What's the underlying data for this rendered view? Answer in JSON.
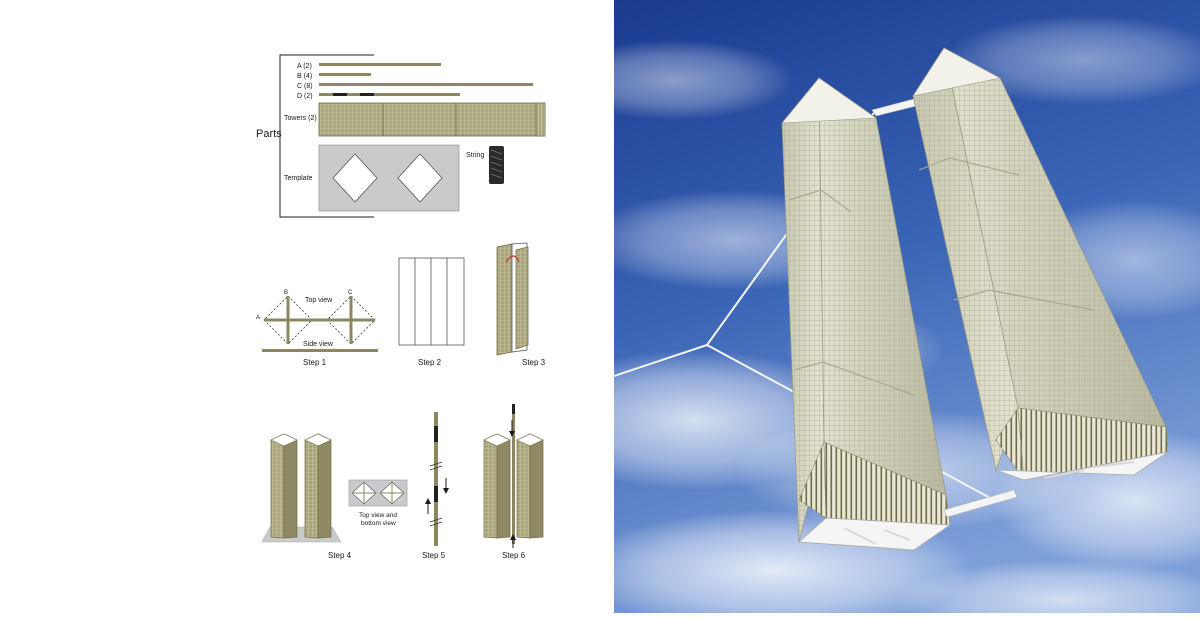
{
  "instructions": {
    "parts": {
      "heading": "Parts",
      "labels": {
        "a": "A (2)",
        "b": "B (4)",
        "c": "C (8)",
        "d": "D (2)",
        "towers": "Towers (2)",
        "template": "Template",
        "string": "String"
      }
    },
    "step1": {
      "caption": "Step 1",
      "top_view": "Top view",
      "side_view": "Side view",
      "point_a": "A",
      "point_b": "B",
      "point_c": "C"
    },
    "step2": {
      "caption": "Step 2"
    },
    "step3": {
      "caption": "Step 3"
    },
    "step4": {
      "caption": "Step 4",
      "view_note_line1": "Top view and",
      "view_note_line2": "bottom view"
    },
    "step5": {
      "caption": "Step 5"
    },
    "step6": {
      "caption": "Step 6"
    }
  },
  "colors": {
    "tower_olive": "#a9a57c",
    "tower_olive_dark": "#6f6b47",
    "template_gray": "#c9cacb",
    "sky_top": "#1d3f93",
    "sky_bottom": "#6f8fcf",
    "model_panel": "#dcdcc7",
    "accent_red": "#c0392b"
  },
  "photo": {
    "subject": "kite-model-twin-towers"
  }
}
